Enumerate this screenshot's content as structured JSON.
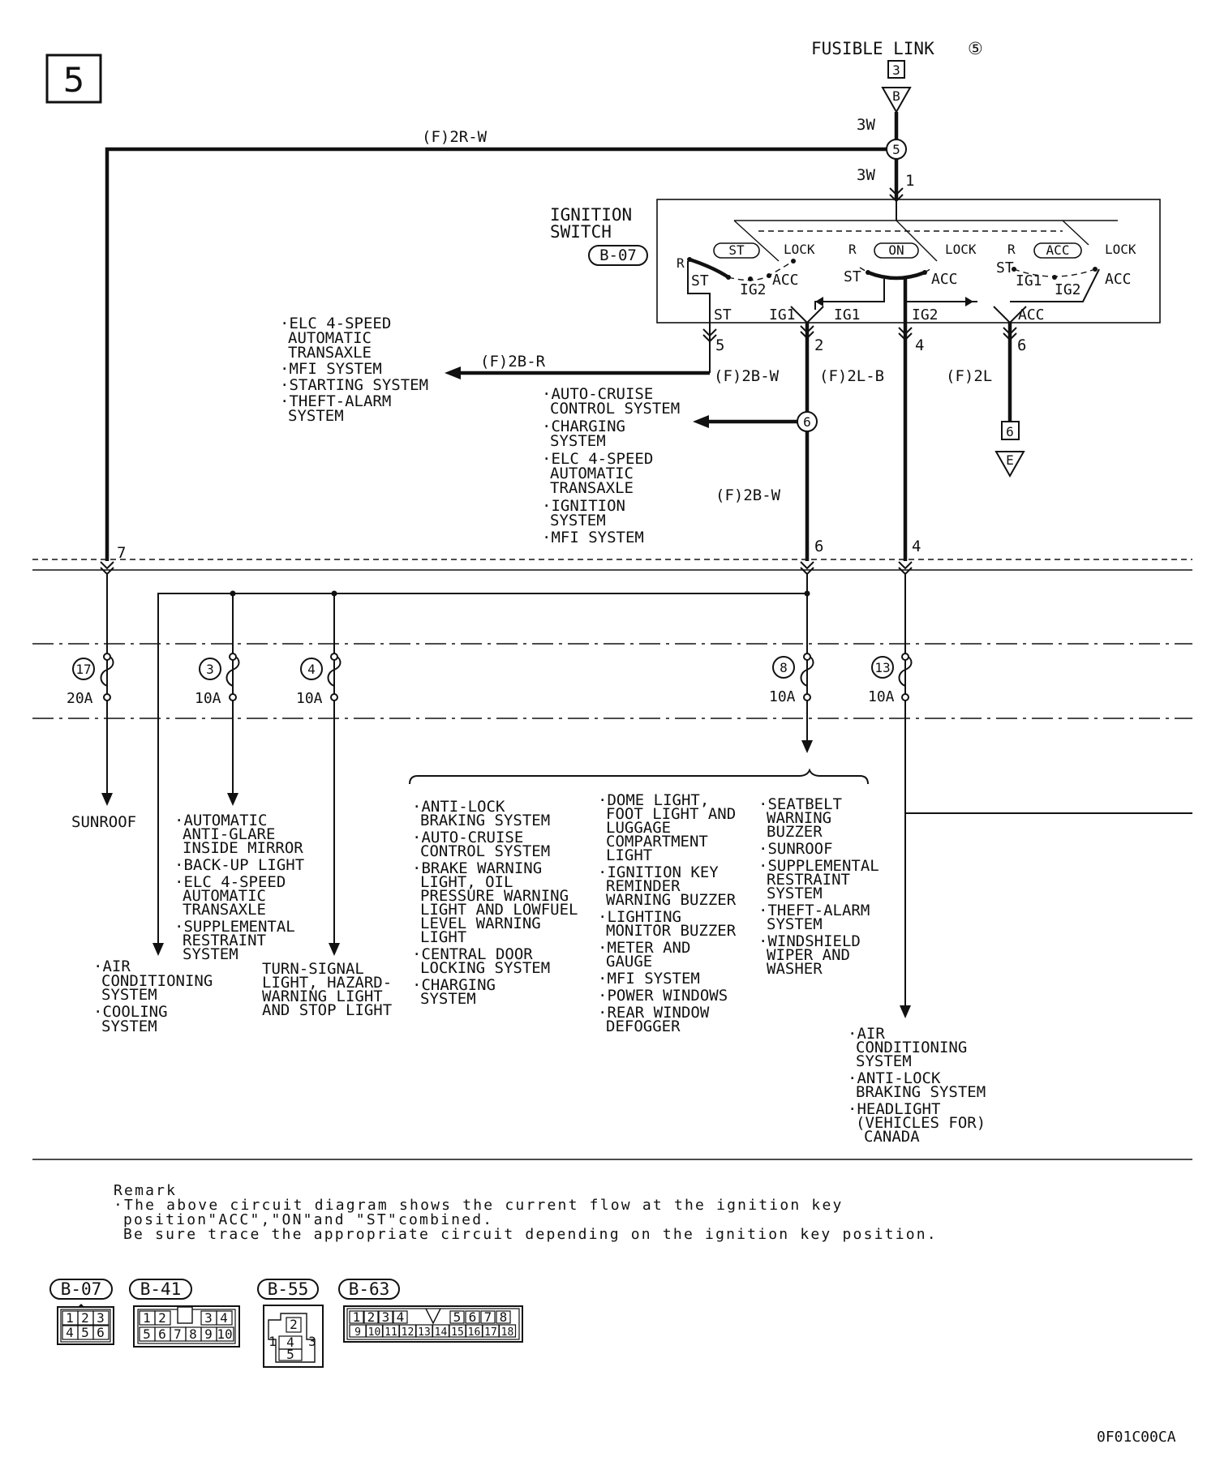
{
  "page": {
    "number": "5",
    "figure_code": "0F01C00CA"
  },
  "source": {
    "fusible_link_label": "FUSIBLE LINK",
    "fusible_link_num": "⑤",
    "connector_box": "3",
    "connector_letter": "B",
    "wire_top": "3W",
    "wire_below": "3W",
    "junction": "5",
    "switch_terminal": "1"
  },
  "wires": {
    "left_main": "(F)2R-W",
    "start": "(F)2B-R",
    "ig1_top": "(F)2B-W",
    "ig2": "(F)2L-B",
    "acc": "(F)2L",
    "ig1_lower": "(F)2B-W"
  },
  "ignition_switch": {
    "title_line1": "IGNITION",
    "title_line2": "SWITCH",
    "connector": "B-07",
    "pos_st": "ST",
    "pos_on": "ON",
    "pos_acc": "ACC",
    "lock": "LOCK",
    "r": "R",
    "st": "ST",
    "acc": "ACC",
    "ig1": "IG1",
    "ig2": "IG2",
    "term_st": "5",
    "term_ig1": "2",
    "term_ig2": "4",
    "term_acc": "6"
  },
  "start_targets": [
    "ELC 4-SPEED",
    "AUTOMATIC",
    "TRANSAXLE",
    "MFI SYSTEM",
    "STARTING SYSTEM",
    "THEFT-ALARM",
    "SYSTEM"
  ],
  "ig1_targets": [
    "AUTO-CRUISE",
    "CONTROL SYSTEM",
    "CHARGING",
    "SYSTEM",
    "ELC 4-SPEED",
    "AUTOMATIC",
    "TRANSAXLE",
    "IGNITION",
    "SYSTEM",
    "MFI SYSTEM"
  ],
  "acc_out": {
    "box": "6",
    "letter": "E"
  },
  "junction_ig1": "6",
  "boundary_pins": {
    "left": "7",
    "ig1": "6",
    "ig2": "4"
  },
  "fuses": [
    {
      "num": "17",
      "rating": "20A"
    },
    {
      "num": "3",
      "rating": "10A"
    },
    {
      "num": "4",
      "rating": "10A"
    },
    {
      "num": "8",
      "rating": "10A"
    },
    {
      "num": "13",
      "rating": "10A"
    }
  ],
  "loads": {
    "sunroof": "SUNROOF",
    "air_cond": [
      "AIR",
      "CONDITIONING",
      "SYSTEM",
      "COOLING",
      "SYSTEM"
    ],
    "fuse3": [
      "AUTOMATIC",
      "ANTI-GLARE",
      "INSIDE MIRROR",
      "BACK-UP LIGHT",
      "ELC 4-SPEED",
      "AUTOMATIC",
      "TRANSAXLE",
      "SUPPLEMENTAL",
      "RESTRAINT",
      "SYSTEM"
    ],
    "fuse4": [
      "TURN-SIGNAL",
      "LIGHT, HAZARD-",
      "WARNING LIGHT",
      "AND STOP LIGHT"
    ],
    "fuse8_col1": [
      "ANTI-LOCK",
      "BRAKING SYSTEM",
      "AUTO-CRUISE",
      "CONTROL SYSTEM",
      "BRAKE WARNING",
      "LIGHT, OIL",
      "PRESSURE WARNING",
      "LIGHT AND LOWFUEL",
      "LEVEL WARNING",
      "LIGHT",
      "CENTRAL DOOR",
      "LOCKING SYSTEM",
      "CHARGING",
      "SYSTEM"
    ],
    "fuse8_col2": [
      "DOME LIGHT,",
      "FOOT LIGHT AND",
      "LUGGAGE",
      "COMPARTMENT",
      "LIGHT",
      "IGNITION KEY",
      "REMINDER",
      "WARNING BUZZER",
      "LIGHTING",
      "MONITOR BUZZER",
      "METER AND",
      "GAUGE",
      "MFI SYSTEM",
      "POWER WINDOWS",
      "REAR WINDOW",
      "DEFOGGER"
    ],
    "fuse8_col3": [
      "SEATBELT",
      "WARNING",
      "BUZZER",
      "SUNROOF",
      "SUPPLEMENTAL",
      "RESTRAINT",
      "SYSTEM",
      "THEFT-ALARM",
      "SYSTEM",
      "WINDSHIELD",
      "WIPER AND",
      "WASHER"
    ],
    "fuse13": [
      "AIR",
      "CONDITIONING",
      "SYSTEM",
      "ANTI-LOCK",
      "BRAKING SYSTEM",
      "HEADLIGHT",
      "VEHICLES FOR",
      "CANADA"
    ]
  },
  "remark": {
    "title": "Remark",
    "line1": "·The above circuit diagram shows the current flow at the ignition key",
    "line2": "position\"ACC\",\"ON\"and \"ST\"combined.",
    "line3": "Be sure trace the appropriate circuit depending on the ignition key position."
  },
  "connectors": [
    {
      "name": "B-07",
      "pins": [
        "1",
        "2",
        "3",
        "4",
        "5",
        "6"
      ]
    },
    {
      "name": "B-41",
      "pins": [
        "1",
        "2",
        "3",
        "4",
        "5",
        "6",
        "7",
        "8",
        "9",
        "10"
      ]
    },
    {
      "name": "B-55",
      "pins": [
        "1",
        "2",
        "3",
        "4",
        "5"
      ]
    },
    {
      "name": "B-63",
      "pins": [
        "1",
        "2",
        "3",
        "4",
        "5",
        "6",
        "7",
        "8",
        "9",
        "10",
        "11",
        "12",
        "13",
        "14",
        "15",
        "16",
        "17",
        "18"
      ]
    }
  ]
}
